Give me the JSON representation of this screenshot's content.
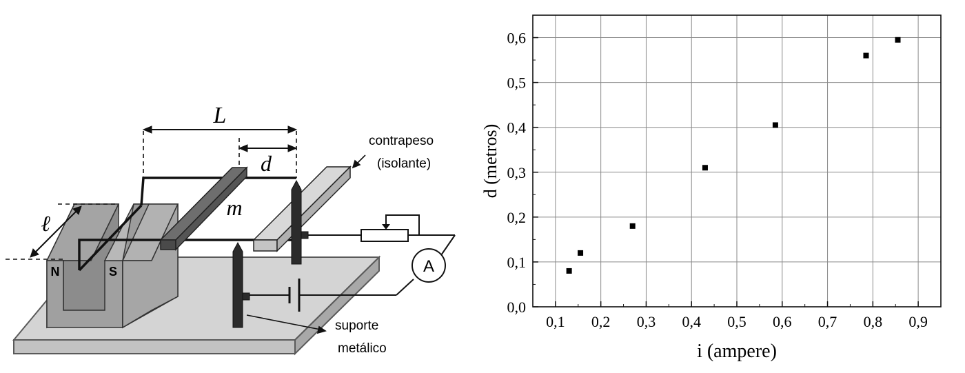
{
  "diagram": {
    "label_L": "L",
    "label_d": "d",
    "label_m": "m",
    "label_ell": "ℓ",
    "label_N": "N",
    "label_S": "S",
    "label_A": "A",
    "label_contrapeso": "contrapeso",
    "label_isolante": "(isolante)",
    "label_suporte": "suporte",
    "label_metalico": "metálico"
  },
  "chart_data": {
    "type": "scatter",
    "xlabel": "i (ampere)",
    "ylabel": "d (metros)",
    "xlim": [
      0.05,
      0.95
    ],
    "ylim": [
      0.0,
      0.65
    ],
    "xticks": [
      "0,1",
      "0,2",
      "0,3",
      "0,4",
      "0,5",
      "0,6",
      "0,7",
      "0,8",
      "0,9"
    ],
    "yticks": [
      "0,0",
      "0,1",
      "0,2",
      "0,3",
      "0,4",
      "0,5",
      "0,6"
    ],
    "grid": true,
    "points": [
      {
        "x": 0.13,
        "y": 0.08
      },
      {
        "x": 0.155,
        "y": 0.12
      },
      {
        "x": 0.27,
        "y": 0.18
      },
      {
        "x": 0.43,
        "y": 0.31
      },
      {
        "x": 0.585,
        "y": 0.405
      },
      {
        "x": 0.785,
        "y": 0.56
      },
      {
        "x": 0.855,
        "y": 0.595
      }
    ]
  }
}
